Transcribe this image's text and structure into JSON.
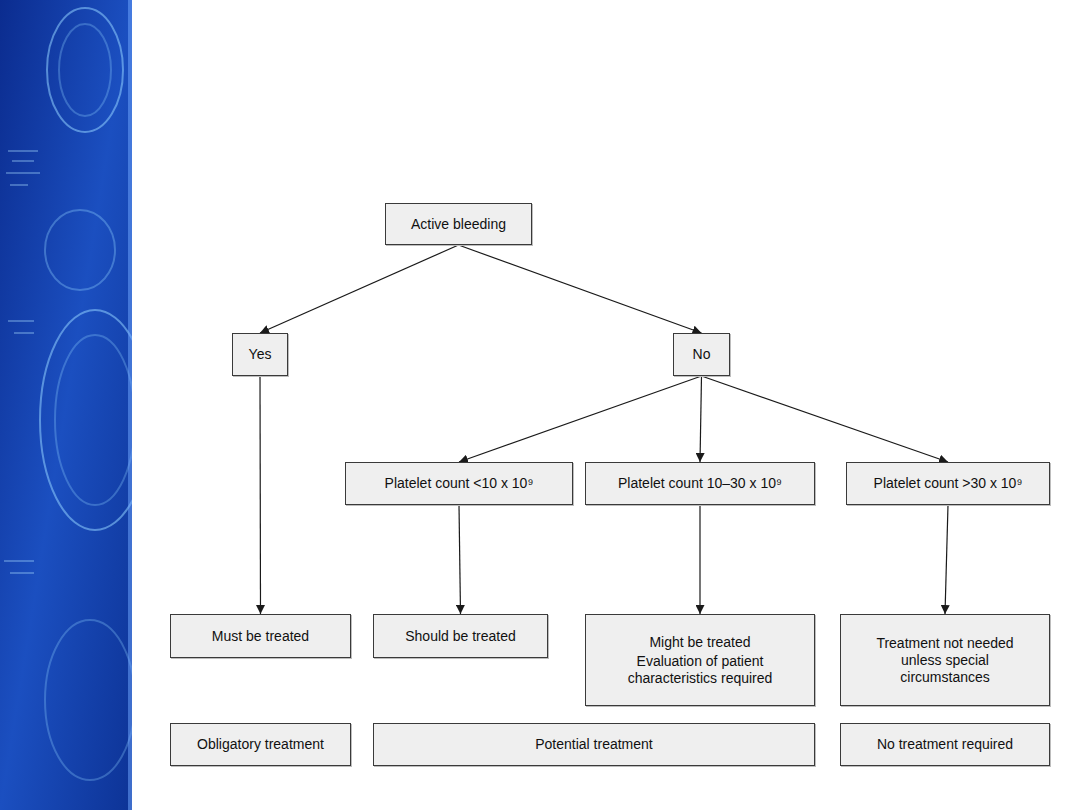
{
  "diagram": {
    "nodes": [
      {
        "text": [
          "Active bleeding"
        ]
      },
      {
        "text": [
          "Yes"
        ]
      },
      {
        "text": [
          "No"
        ]
      },
      {
        "text": [
          "Platelet count <10 x 10⁹"
        ]
      },
      {
        "text": [
          "Platelet count 10–30 x 10⁹"
        ]
      },
      {
        "text": [
          "Platelet count >30 x 10⁹"
        ]
      },
      {
        "text": [
          "Must be treated"
        ]
      },
      {
        "text": [
          "Should be treated"
        ]
      },
      {
        "text": [
          "Might be treated",
          "Evaluation of patient characteristics required"
        ]
      },
      {
        "text": [
          "Treatment not needed unless special circumstances"
        ]
      },
      {
        "text": [
          "Obligatory treatment"
        ]
      },
      {
        "text": [
          "Potential treatment"
        ]
      },
      {
        "text": [
          "No treatment required"
        ]
      }
    ],
    "edges": [
      {
        "from": 0,
        "to": 1,
        "arrow": "to"
      },
      {
        "from": 0,
        "to": 2,
        "arrow": "to"
      },
      {
        "from": 2,
        "to": 3,
        "arrow": "to"
      },
      {
        "from": 2,
        "to": 4,
        "arrow": "to"
      },
      {
        "from": 2,
        "to": 5,
        "arrow": "to"
      },
      {
        "from": 1,
        "to": 6,
        "arrow": "to"
      },
      {
        "from": 3,
        "to": 7,
        "arrow": "to"
      },
      {
        "from": 4,
        "to": 8,
        "arrow": "to"
      },
      {
        "from": 5,
        "to": 9,
        "arrow": "to"
      }
    ]
  }
}
